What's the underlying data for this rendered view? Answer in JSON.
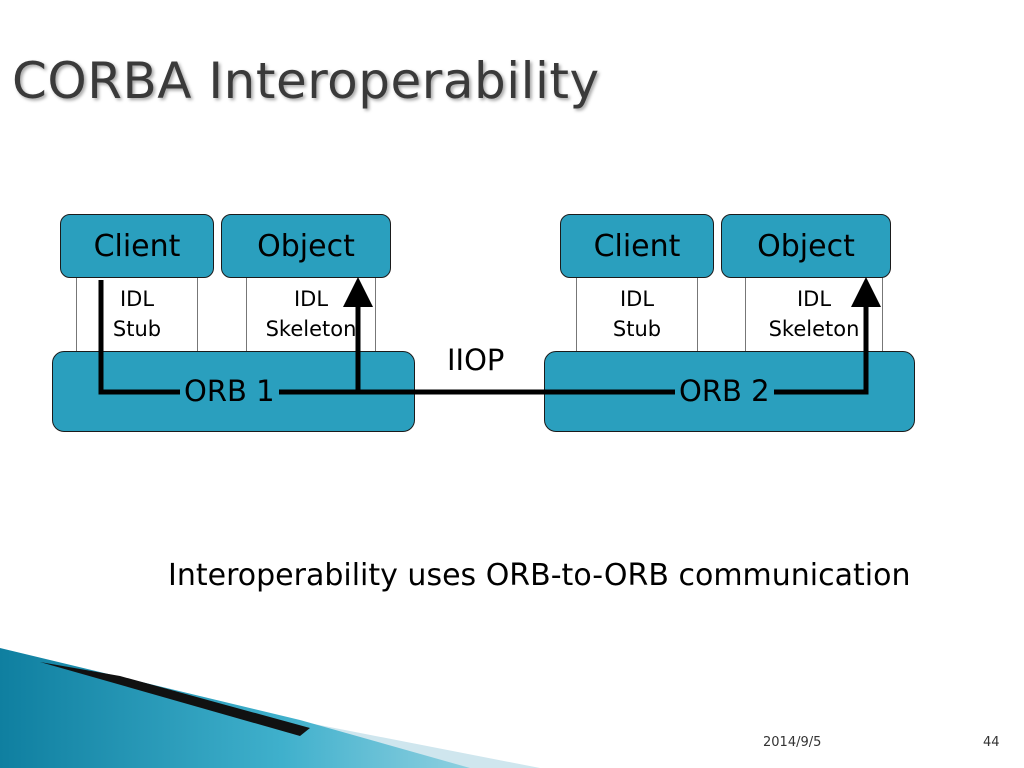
{
  "slide": {
    "title": "CORBA Interoperability",
    "caption": "Interoperability uses ORB-to-ORB communication",
    "footer_date": "2014/9/5",
    "footer_page": "44"
  },
  "diagram": {
    "left": {
      "client": "Client",
      "object": "Object",
      "stub": [
        "IDL",
        "Stub"
      ],
      "skeleton": [
        "IDL",
        "Skeleton"
      ],
      "orb": "ORB 1"
    },
    "right": {
      "client": "Client",
      "object": "Object",
      "stub": [
        "IDL",
        "Stub"
      ],
      "skeleton": [
        "IDL",
        "Skeleton"
      ],
      "orb": "ORB 2"
    },
    "protocol": "IIOP"
  },
  "colors": {
    "box_fill": "#2a9fbe",
    "title": "#3a3a3a",
    "swoosh_dark": "#0f7fa0",
    "swoosh_light": "#cfe6ee"
  }
}
